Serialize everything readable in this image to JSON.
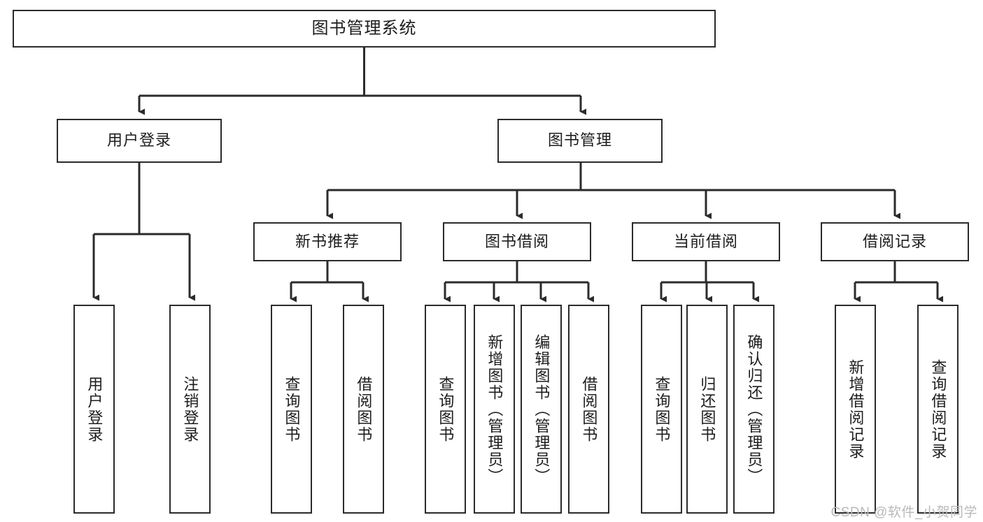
{
  "diagram": {
    "title": "图书管理系统",
    "type": "tree-hierarchy-chart",
    "stroke_color": "#2b2b2b",
    "fill_color": "#ffffff",
    "text_color": "#1d1d1d"
  },
  "root": {
    "label": "图书管理系统"
  },
  "level2": [
    {
      "label": "用户登录"
    },
    {
      "label": "图书管理"
    }
  ],
  "level3": [
    {
      "label": "新书推荐"
    },
    {
      "label": "图书借阅"
    },
    {
      "label": "当前借阅"
    },
    {
      "label": "借阅记录"
    }
  ],
  "leaves": {
    "user_login": [
      {
        "label": "用户登录"
      },
      {
        "label": "注销登录"
      }
    ],
    "new_book": [
      {
        "label": "查询图书"
      },
      {
        "label": "借阅图书"
      }
    ],
    "book_borrow": [
      {
        "label": "查询图书"
      },
      {
        "label": "新增图书（管理员）"
      },
      {
        "label": "编辑图书（管理员）"
      },
      {
        "label": "借阅图书"
      }
    ],
    "current_borrow": [
      {
        "label": "查询图书"
      },
      {
        "label": "归还图书"
      },
      {
        "label": "确认归还（管理员）"
      }
    ],
    "borrow_record": [
      {
        "label": "新增借阅记录"
      },
      {
        "label": "查询借阅记录"
      }
    ]
  },
  "watermark": {
    "text": "CSDN @软件_小贺同学"
  }
}
